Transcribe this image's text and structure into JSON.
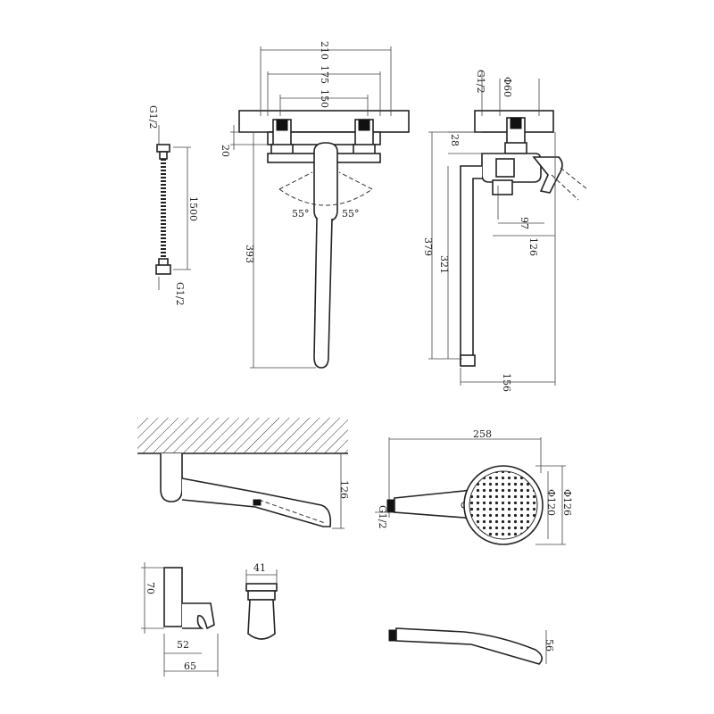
{
  "dimensions": {
    "d210": "210",
    "d175": "175",
    "d150": "150",
    "d20": "20",
    "d55l": "55°",
    "d55r": "55°",
    "d393": "393",
    "g12_top": "G1/2",
    "d60": "Φ60",
    "d28": "28",
    "d97": "97",
    "d126_side": "126",
    "d379": "379",
    "d321": "321",
    "d156": "156",
    "hose_g_top": "G1/2",
    "hose_len": "1500",
    "hose_g_bot": "G1/2",
    "spout_126": "126",
    "shower_258": "258",
    "shower_g": "G1/2",
    "shower_d120": "Φ120",
    "shower_d126": "Φ126",
    "holder_70": "70",
    "holder_52": "52",
    "holder_65": "65",
    "holder_41": "41",
    "handle_56": "56"
  }
}
